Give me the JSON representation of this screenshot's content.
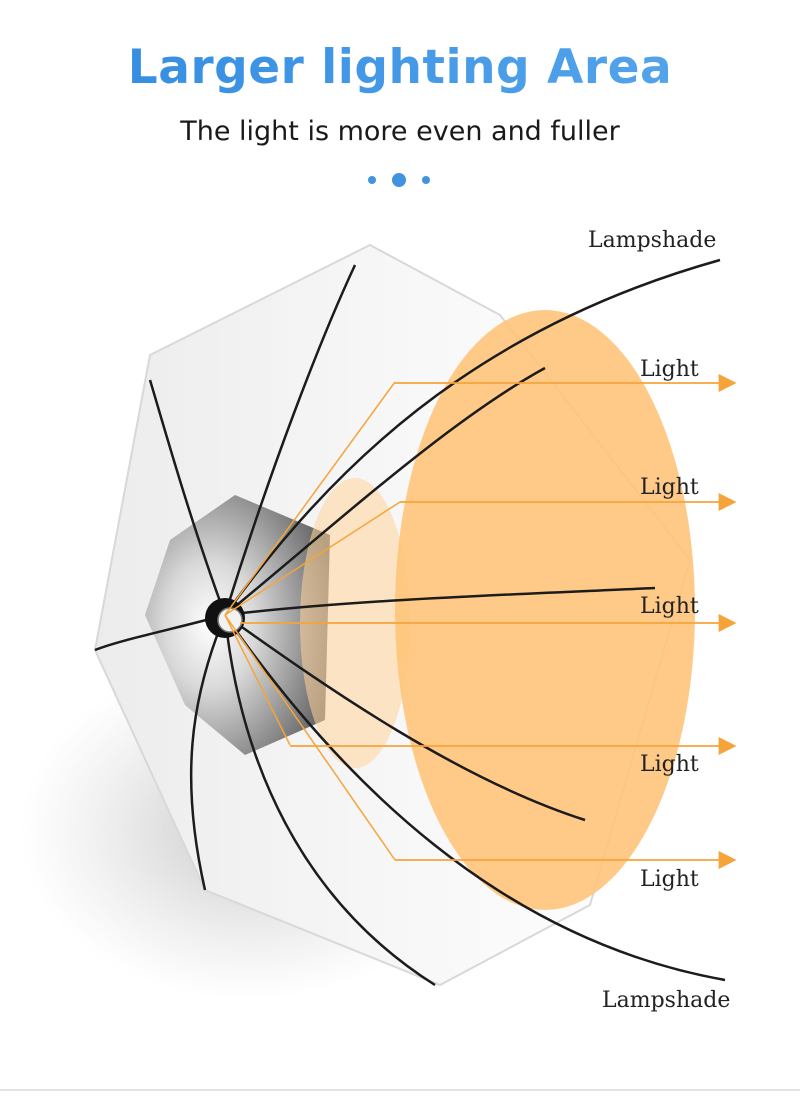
{
  "header": {
    "title": "Larger lighting Area",
    "subtitle": "The light is more even and fuller"
  },
  "labels": {
    "lampshade_top": "Lampshade",
    "lampshade_bottom": "Lampshade",
    "light_1": "Light",
    "light_2": "Light",
    "light_3": "Light",
    "light_4": "Light",
    "light_5": "Light"
  },
  "colors": {
    "title": "#3f93df",
    "light_orange": "#f5a43a",
    "light_fill": "#ffc47a",
    "dot_blue": "#3f93df"
  }
}
